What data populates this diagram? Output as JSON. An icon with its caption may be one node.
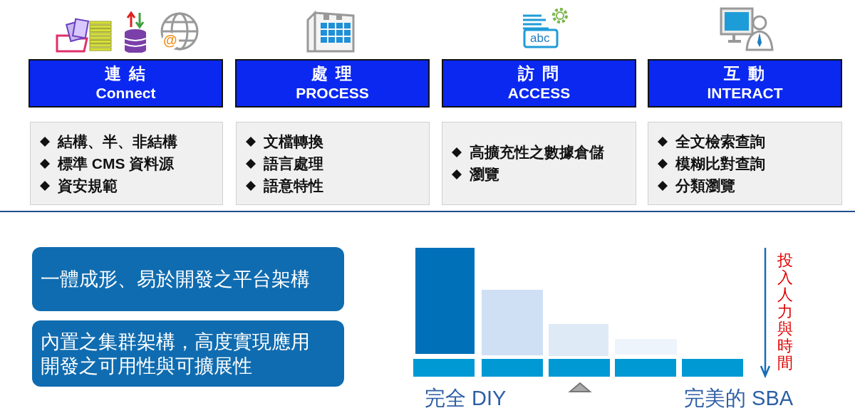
{
  "diagram": {
    "nodes": [
      {
        "text": [
          "連 結",
          "Connect"
        ]
      },
      {
        "text": [
          "處 理",
          "PROCESS"
        ]
      },
      {
        "text": [
          "訪 問",
          "ACCESS"
        ]
      },
      {
        "text": [
          "互 動",
          "INTERACT"
        ]
      },
      {
        "text": [
          "結構、半、非結構",
          "標準 CMS 資料源",
          "資安規範"
        ]
      },
      {
        "text": [
          "文檔轉換",
          "語言處理",
          "語意特性"
        ]
      },
      {
        "text": [
          "高擴充性之數據倉儲",
          "瀏覽"
        ]
      },
      {
        "text": [
          "全文檢索查詢",
          "模糊比對查詢",
          "分類瀏覽"
        ]
      },
      {
        "text": [
          "一體成形、易於開發之平台架構"
        ]
      },
      {
        "text": [
          "內置之集群架構，高度實現應用開發之可用性與可擴展性"
        ]
      }
    ],
    "labels": [
      "@",
      "abc",
      "投入人力與時間",
      "完全 DIY",
      "完美的 SBA"
    ]
  }
}
